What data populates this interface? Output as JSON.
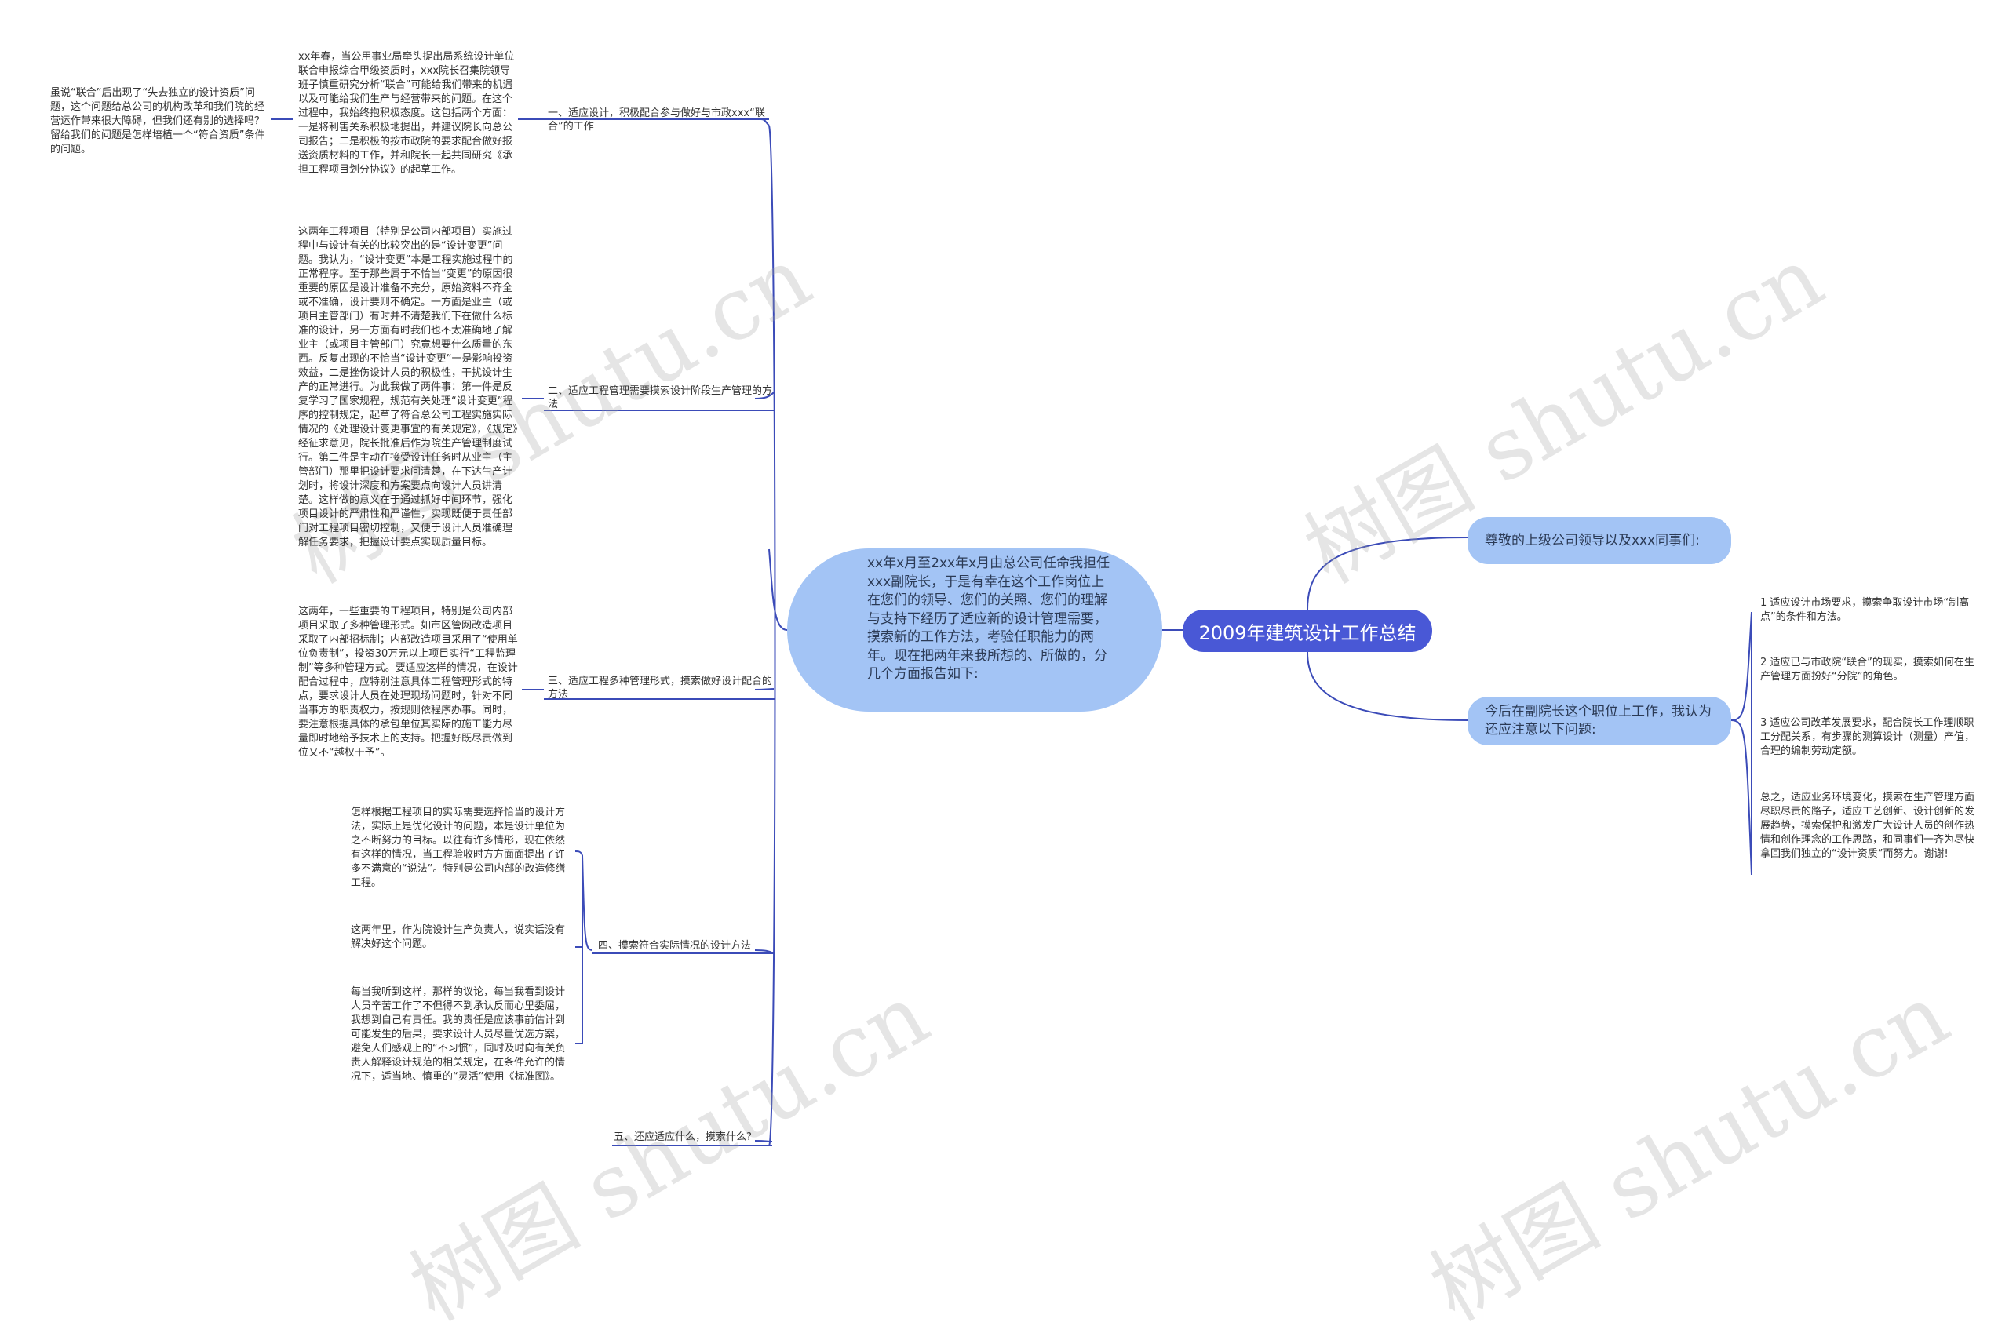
{
  "root": {
    "title": "2009年建筑设计工作总结"
  },
  "intro": "xx年x月至2xx年x月由总公司任命我担任xxx副院长，于是有幸在这个工作岗位上在您们的领导、您们的关照、您们的理解与支持下经历了适应新的设计管理需要，摸索新的工作方法，考验任职能力的两年。现在把两年来我所想的、所做的，分几个方面报告如下:",
  "right": {
    "greeting": "尊敬的上级公司领导以及xxx同事们:",
    "future": "今后在副院长这个职位上工作，我认为还应注意以下问题:",
    "items": [
      "1  适应设计市场要求，摸索争取设计市场“制高点”的条件和方法。",
      "2  适应已与市政院“联合”的现实，摸索如何在生产管理方面扮好“分院”的角色。",
      "3  适应公司改革发展要求，配合院长工作理顺职工分配关系，有步骤的测算设计（测量）产值，合理的编制劳动定额。",
      "总之，适应业务环境变化，摸索在生产管理方面尽职尽责的路子，适应工艺创新、设计创新的发展趋势，摸索保护和激发广大设计人员的创作热情和创作理念的工作思路，和同事们一齐为尽快拿回我们独立的“设计资质”而努力。谢谢!"
    ]
  },
  "left": {
    "branch1": {
      "label": "一、适应设计，积极配合参与做好与市政xxx“联合”的工作",
      "text": "xx年春，当公用事业局牵头提出局系统设计单位联合申报综合甲级资质时，xxx院长召集院领导班子慎重研究分析“联合”可能给我们带来的机遇以及可能给我们生产与经营带来的问题。在这个过程中，我始终抱积极态度。这包括两个方面：一是将利害关系积极地提出，并建议院长向总公司报告；二是积极的按市政院的要求配合做好报送资质材料的工作，并和院长一起共同研究《承担工程项目划分协议》的起草工作。",
      "sub": "虽说“联合”后出现了“失去独立的设计资质”问题，这个问题给总公司的机构改革和我们院的经营运作带来很大障碍，但我们还有别的选择吗？留给我们的问题是怎样培植一个“符合资质”条件的问题。"
    },
    "branch2": {
      "label": "二、适应工程管理需要摸索设计阶段生产管理的方法",
      "text": "这两年工程项目（特别是公司内部项目）实施过程中与设计有关的比较突出的是“设计变更”问题。我认为，“设计变更”本是工程实施过程中的正常程序。至于那些属于不恰当“变更”的原因很重要的原因是设计准备不充分，原始资料不齐全或不准确，设计要则不确定。一方面是业主（或项目主管部门）有时并不清楚我们下在做什么标准的设计，另一方面有时我们也不太准确地了解业主（或项目主管部门）究竟想要什么质量的东西。反复出现的不恰当“设计变更”一是影响投资效益，二是挫伤设计人员的积极性，干扰设计生产的正常进行。为此我做了两件事：第一件是反复学习了国家规程，规范有关处理“设计变更”程序的控制规定，起草了符合总公司工程实施实际情况的《处理设计变更事宜的有关规定》，《规定》经征求意见，院长批准后作为院生产管理制度试行。第二件是主动在接受设计任务时从业主（主管部门）那里把设计要求问清楚，在下达生产计划时，将设计深度和方案要点向设计人员讲清楚。这样做的意义在于通过抓好中间环节，强化项目设计的严肃性和严谨性，实现既便于责任部门对工程项目密切控制，又便于设计人员准确理解任务要求，把握设计要点实现质量目标。"
    },
    "branch3": {
      "label": "三、适应工程多种管理形式，摸索做好设计配合的方法",
      "text": "这两年，一些重要的工程项目，特别是公司内部项目采取了多种管理形式。如市区管网改造项目采取了内部招标制；内部改造项目采用了“使用单位负责制”，投资30万元以上项目实行“工程监理制”等多种管理方式。要适应这样的情况，在设计配合过程中，应特别注意具体工程管理形式的特点，要求设计人员在处理现场问题时，针对不同当事方的职责权力，按规则依程序办事。同时，要注意根据具体的承包单位其实际的施工能力尽量即时地给予技术上的支持。把握好既尽责做到位又不“越权干予”。"
    },
    "branch4": {
      "label": "四、摸索符合实际情况的设计方法",
      "texts": [
        "怎样根据工程项目的实际需要选择恰当的设计方法，实际上是优化设计的问题，本是设计单位为之不断努力的目标。以往有许多情形，现在依然有这样的情况，当工程验收时方方面面提出了许多不满意的“说法”。特别是公司内部的改造修缮工程。",
        "这两年里，作为院设计生产负责人，说实话没有解决好这个问题。",
        "每当我听到这样，那样的议论，每当我看到设计人员辛苦工作了不但得不到承认反而心里委屈，我想到自己有责任。我的责任是应该事前估计到可能发生的后果，要求设计人员尽量优选方案，避免人们感观上的“不习惯”，同时及时向有关负责人解释设计规范的相关规定，在条件允许的情况下，适当地、慎重的“灵活”使用《标准图》。"
      ]
    },
    "branch5": {
      "label": "五、还应适应什么，摸索什么?"
    }
  },
  "watermark": [
    "树图 shutu.cn",
    "树图 shutu.cn",
    "树图 shutu.cn",
    "树图 shutu.cn"
  ],
  "colors": {
    "line": "#3b4bb8",
    "root": "#4958d6",
    "pill": "#a3c4f5"
  }
}
